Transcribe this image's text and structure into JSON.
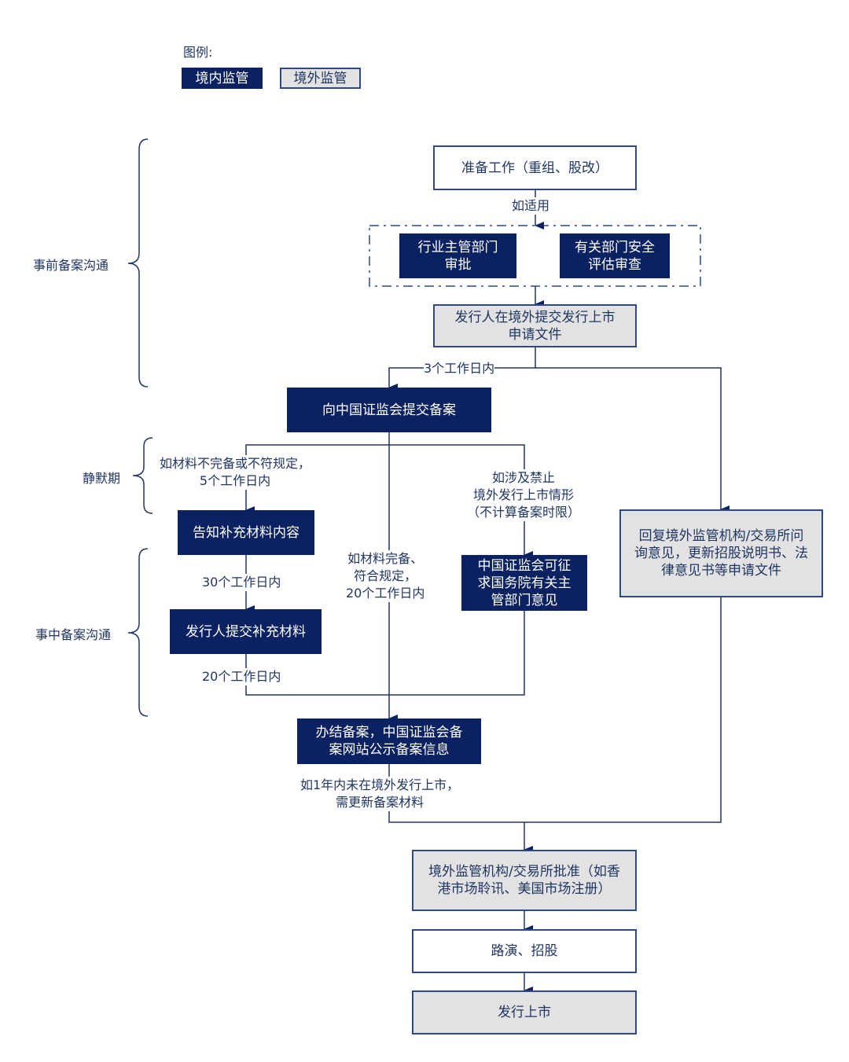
{
  "legend": {
    "title": "图例:",
    "domestic": "境内监管",
    "overseas": "境外监管"
  },
  "phases": {
    "pre": "事前备案沟通",
    "silent": "静默期",
    "mid": "事中备案沟通"
  },
  "boxes": {
    "prep": "准备工作（重组、股改）",
    "industry": "行业主管部门\n审批",
    "security": "有关部门安全\n评估审查",
    "submit_abroad": "发行人在境外提交发行上市\n申请文件",
    "file_csrc": "向中国证监会提交备案",
    "notify": "告知补充材料内容",
    "supplement": "发行人提交补充材料",
    "csrc_request": "中国证监会可征\n求国务院有关主\n管部门意见",
    "reply": "回复境外监管机构/交易所问\n询意见，更新招股说明书、法\n律意见书等申请文件",
    "complete": "办结备案，中国证监会备\n案网站公示备案信息",
    "approval": "境外监管机构/交易所批准（如香\n港市场聆讯、美国市场注册）",
    "roadshow": "路演、招股",
    "listing": "发行上市"
  },
  "labels": {
    "if_applicable": "如适用",
    "three_days": "3个工作日内",
    "incomplete": "如材料不完备或不符规定，\n5个工作日内",
    "prohibited": "如涉及禁止\n境外发行上市情形\n（不计算备案时限）",
    "thirty_days": "30个工作日内",
    "complete_cond": "如材料完备、\n符合规定，\n20个工作日内",
    "twenty_days": "20个工作日内",
    "one_year": "如1年内未在境外发行上市，\n需更新备案材料"
  }
}
